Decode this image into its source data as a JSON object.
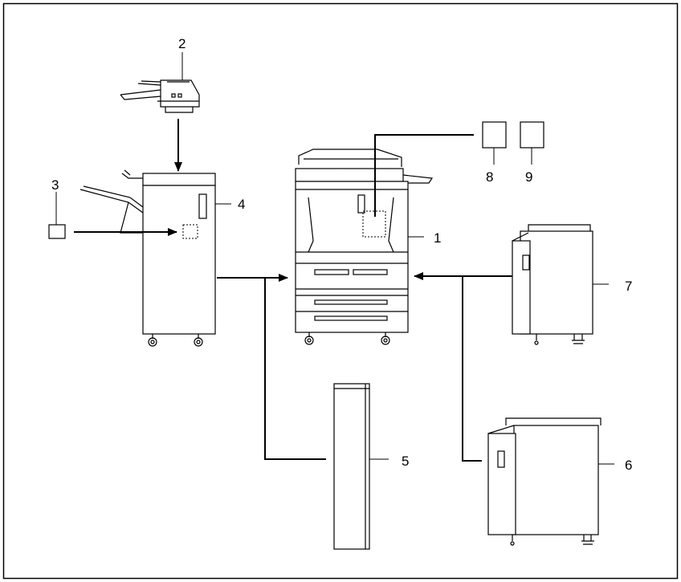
{
  "callouts": {
    "c1": "1",
    "c2": "2",
    "c3": "3",
    "c4": "4",
    "c5": "5",
    "c6": "6",
    "c7": "7",
    "c8": "8",
    "c9": "9"
  },
  "colors": {
    "line": "#000000",
    "fill": "#ffffff"
  }
}
